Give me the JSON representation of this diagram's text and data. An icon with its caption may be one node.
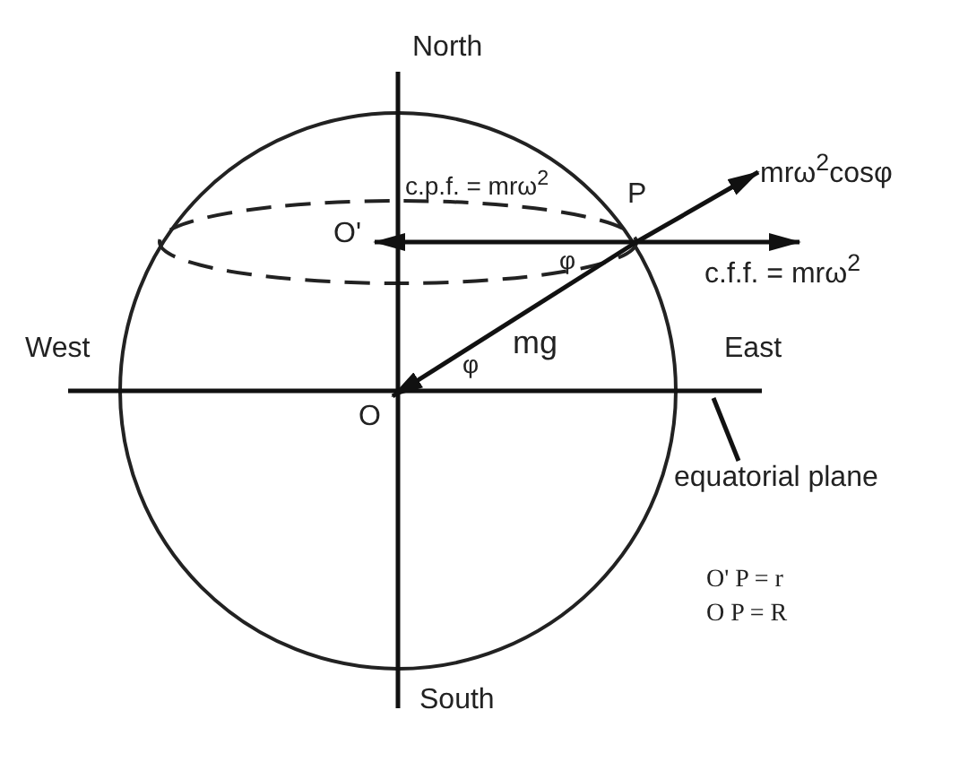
{
  "diagram": {
    "nodes": [
      {
        "text": [
          "P"
        ]
      },
      {
        "text": [
          "O'"
        ]
      },
      {
        "text": [
          "O"
        ]
      },
      {
        "text": [
          "mrω$^{2}$cosφ"
        ]
      },
      {
        "text": [
          "c.f.f. = mrω$^{2}$"
        ]
      },
      {
        "text": [
          "equatorial plane"
        ]
      }
    ],
    "edges": [
      {
        "from": 0,
        "to": 3,
        "arrow": "to"
      },
      {
        "from": 0,
        "to": 4,
        "arrow": "to"
      },
      {
        "from": 0,
        "to": 1,
        "arrow": "to",
        "label": "c.p.f. = mrω$^{2}$"
      },
      {
        "from": 0,
        "to": 2,
        "arrow": "to",
        "label": "mg"
      },
      {
        "from": 5,
        "to": null,
        "arrow": "none"
      }
    ],
    "labels": [
      "North",
      "West",
      "East",
      "φ",
      "φ",
      "South",
      "O' P = r",
      "O P = R"
    ]
  }
}
